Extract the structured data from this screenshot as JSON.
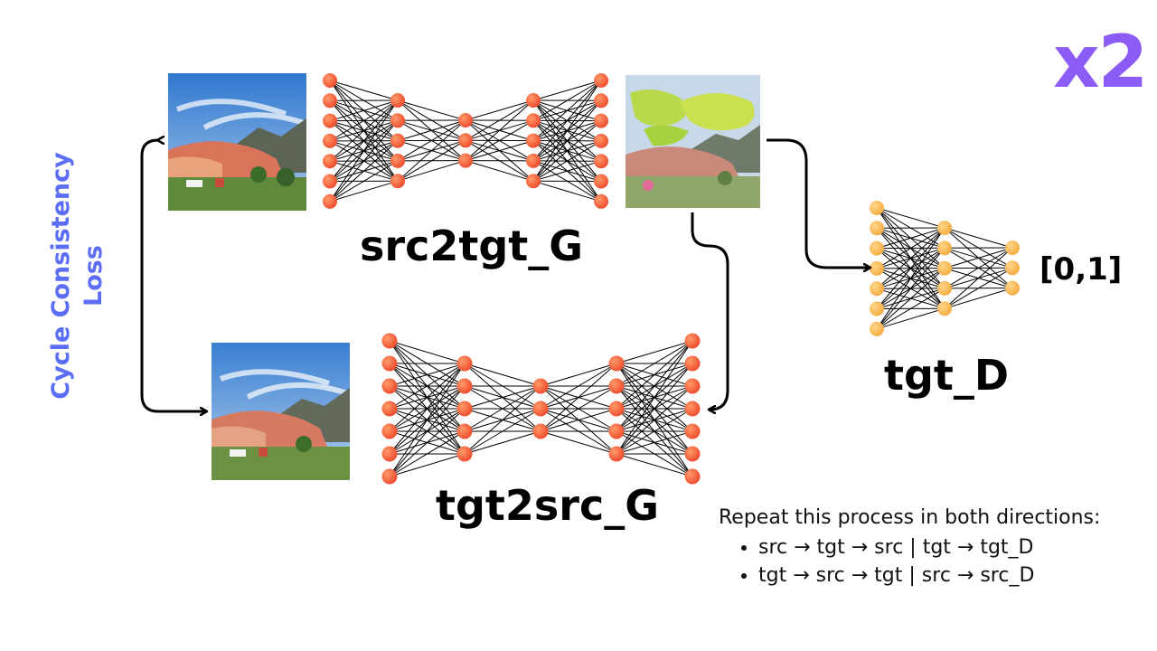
{
  "badge": "x2",
  "labels": {
    "src2tgt": "src2tgt_G",
    "tgt2src": "tgt2src_G",
    "disc": "tgt_D",
    "output_range": "[0,1]"
  },
  "cycle_loss": {
    "line1": "Cycle Consistency",
    "line2": "Loss"
  },
  "note": {
    "title": "Repeat this process in both directions:",
    "items": [
      "src → tgt → src | tgt → tgt_D",
      "tgt → src → tgt | src → src_D"
    ]
  },
  "colors": {
    "accent": "#8b5cf6",
    "cycle_text": "#5b6ef5",
    "generator_node": "#f2553b",
    "discriminator_node": "#f7b64e",
    "edge": "#000000"
  },
  "icons": {
    "source_photo": "mountain-landscape-photo",
    "translated_photo": "painting-style-landscape",
    "reconstructed_photo": "mountain-landscape-photo"
  }
}
